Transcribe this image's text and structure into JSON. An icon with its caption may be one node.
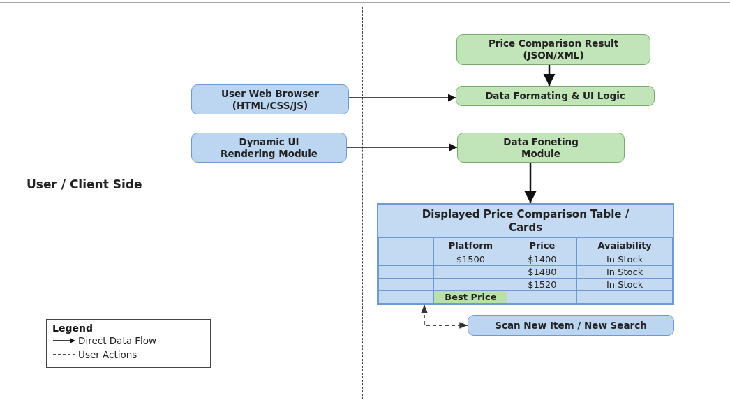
{
  "diagram": {
    "nodes": [
      {
        "text": [
          "Price Comparison Result (JSON/XML)"
        ]
      },
      {
        "text": [
          "User Web Browser (HTML/CSS/JS)"
        ]
      },
      {
        "text": [
          "Data Formating & UI Logic"
        ]
      },
      {
        "text": [
          "Dynamic UI Rendering Module"
        ]
      },
      {
        "text": [
          "Data Foneting Module"
        ]
      },
      {
        "text": [
          "Displayed Price Comparison Table / Cards"
        ]
      },
      {
        "text": [
          "Scan New Item / New Search"
        ]
      }
    ],
    "edges": [
      {
        "from": 0,
        "to": 2,
        "arrow": "to"
      },
      {
        "from": 1,
        "to": 2,
        "arrow": "to"
      },
      {
        "from": 3,
        "to": 4,
        "arrow": "to"
      },
      {
        "from": 4,
        "to": 5,
        "arrow": "to"
      },
      {
        "from": 6,
        "to": 5,
        "arrow": "both",
        "style": "dashed"
      }
    ],
    "labels": [
      "User / Client Side",
      "Platform",
      "Price",
      "Avaiability",
      "$1500",
      "$1400",
      "In Stock",
      "$1480",
      "In Stock",
      "$1520",
      "In Stock",
      "Best Price",
      "Legend"
    ],
    "legend": [
      {
        "text": "Direct Data Flow"
      },
      {
        "text": "User Actions"
      }
    ]
  }
}
